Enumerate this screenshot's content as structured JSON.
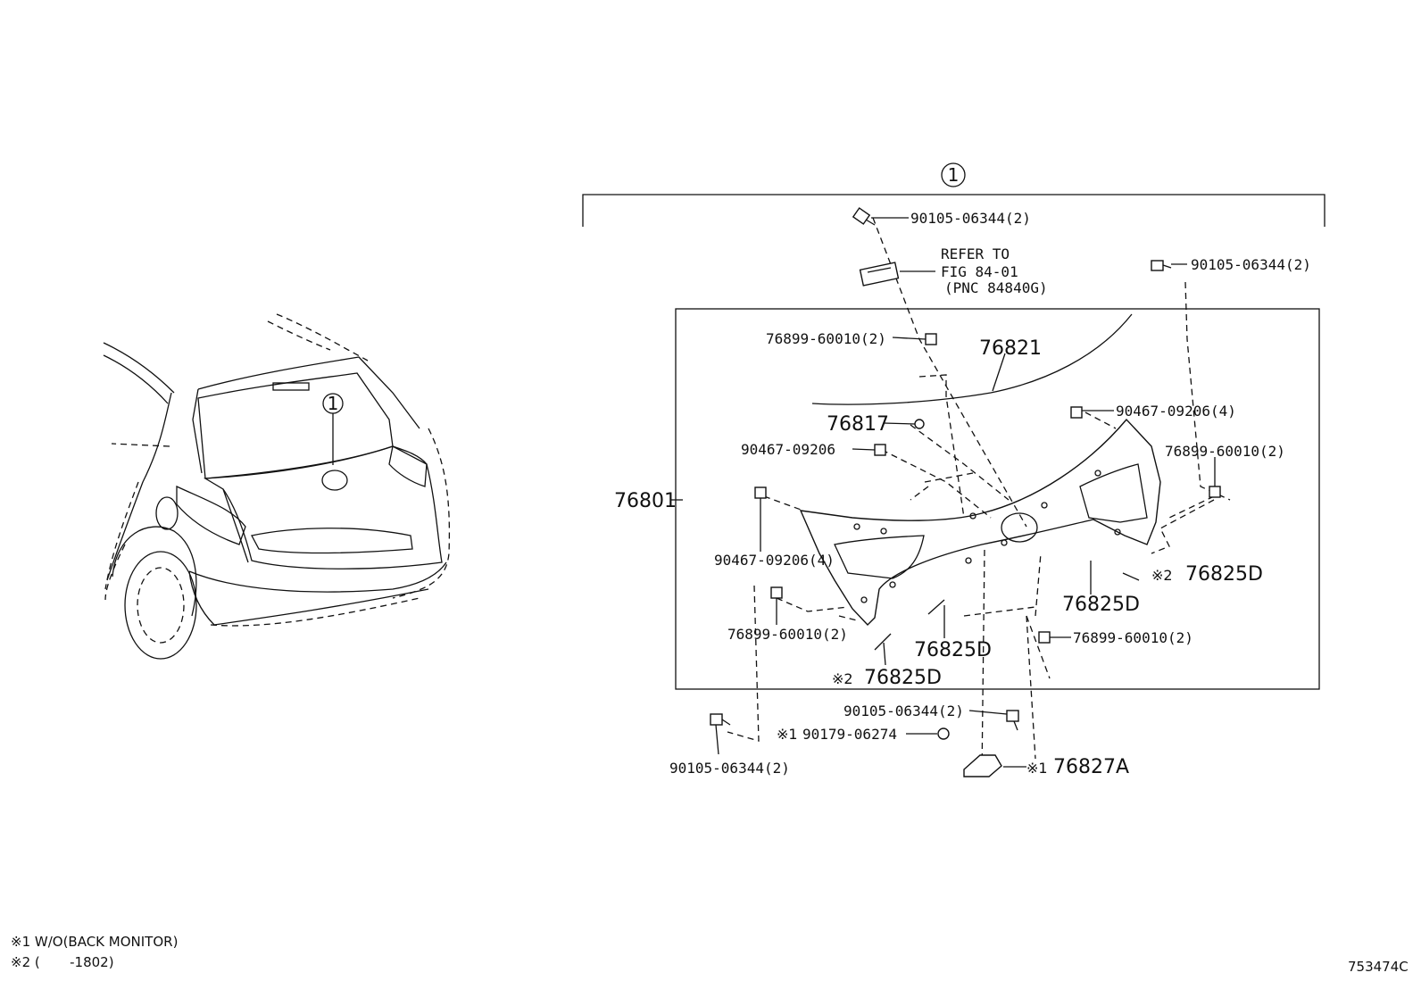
{
  "callouts": {
    "assembly_marker": "1",
    "car_marker": "1"
  },
  "labels": {
    "top_bolt": "90105-06344(2)",
    "refer_line1": "REFER TO",
    "refer_line2": "FIG 84-01",
    "refer_line3": "(PNC 84840G)",
    "right_bolt": "90105-06344(2)",
    "clip_top_left": "76899-60010(2)",
    "wire": "76821",
    "screw_76817": "76817",
    "clip_right_upper": "90467-09206(4)",
    "clip_mid_left": "90467-09206",
    "clip_right_side": "76899-60010(2)",
    "garnish": "76801",
    "clip_left": "90467-09206(4)",
    "tape_right_note": "※2",
    "tape_right": "76825D",
    "tape_center_right": "76825D",
    "clip_lower_left": "76899-60010(2)",
    "tape_center": "76825D",
    "clip_lower_right": "76899-60010(2)",
    "tape_bottom_note": "※2",
    "tape_bottom": "76825D",
    "bolt_bottom_center": "90105-06344(2)",
    "nut_note": "※1",
    "nut": "90179-06274",
    "bracket_note": "※1",
    "bracket": "76827A",
    "bolt_bottom_left": "90105-06344(2)"
  },
  "footnotes": {
    "note1": "※1 W/O(BACK MONITOR)",
    "note2": "※2 (       -1802)"
  },
  "figure_code": "753474C"
}
